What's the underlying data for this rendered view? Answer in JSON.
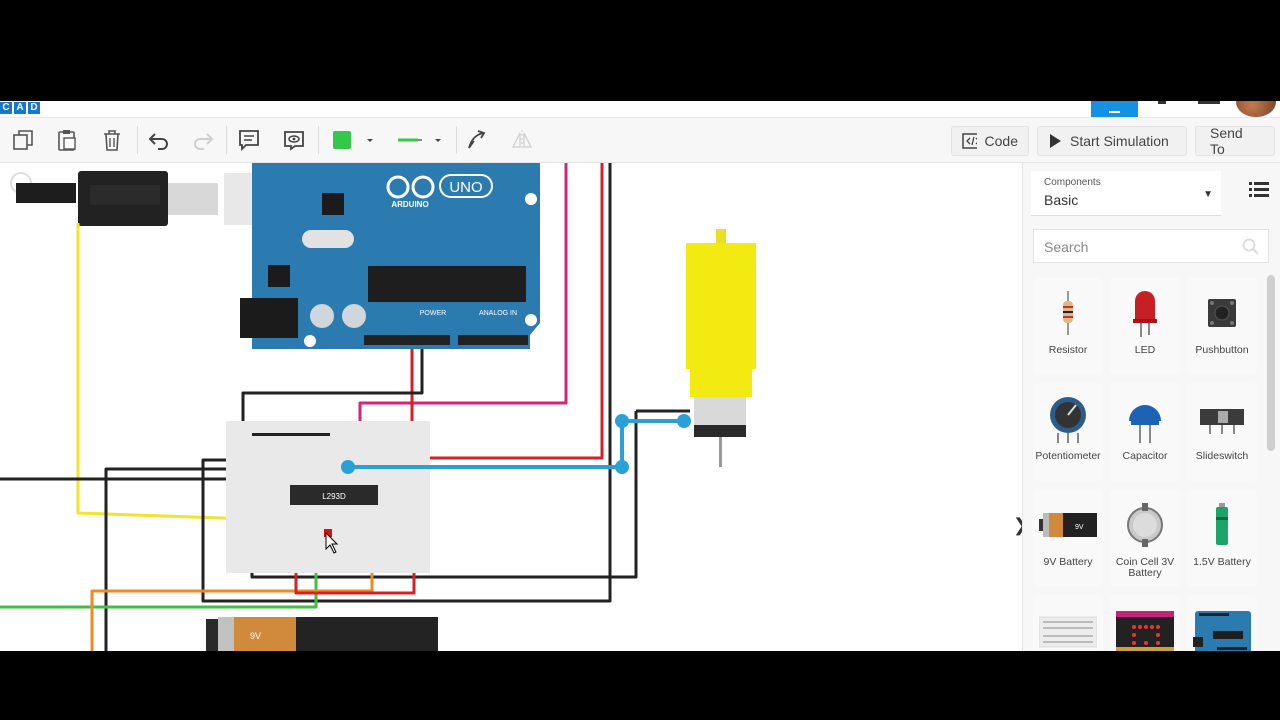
{
  "app": {
    "logo_letters": [
      "C",
      "A",
      "D"
    ]
  },
  "toolbar": {
    "code_label": "Code",
    "start_simulation_label": "Start Simulation",
    "send_to_label": "Send To",
    "fill_color": "#34c84a",
    "wire_color": "#34c84a"
  },
  "panel": {
    "components_label": "Components",
    "components_value": "Basic",
    "search_placeholder": "Search",
    "items": [
      {
        "label": "Resistor",
        "icon": "resistor-icon"
      },
      {
        "label": "LED",
        "icon": "led-icon"
      },
      {
        "label": "Pushbutton",
        "icon": "pushbutton-icon"
      },
      {
        "label": "Potentiometer",
        "icon": "potentiometer-icon"
      },
      {
        "label": "Capacitor",
        "icon": "capacitor-icon"
      },
      {
        "label": "Slideswitch",
        "icon": "slideswitch-icon"
      },
      {
        "label": "9V Battery",
        "icon": "9v-battery-icon"
      },
      {
        "label": "Coin Cell 3V Battery",
        "icon": "coin-cell-icon"
      },
      {
        "label": "1.5V Battery",
        "icon": "aa-battery-icon"
      },
      {
        "label": "",
        "icon": "breadboard-icon"
      },
      {
        "label": "",
        "icon": "microbit-icon"
      },
      {
        "label": "",
        "icon": "arduino-icon"
      }
    ]
  },
  "canvas": {
    "arduino_brand": "ARDUINO",
    "arduino_model": "UNO",
    "power_header": "POWER",
    "analog_header": "ANALOG IN",
    "chip_label": "L293D",
    "battery_label": "9V"
  }
}
